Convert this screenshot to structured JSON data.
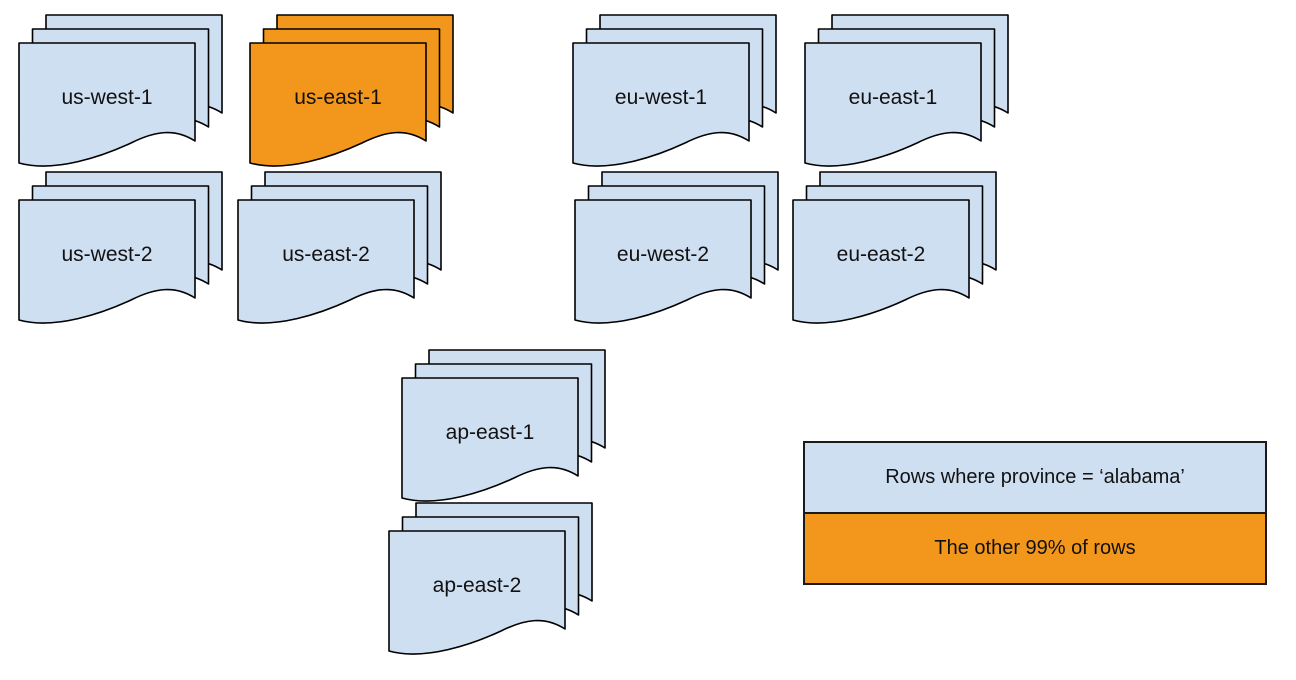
{
  "colors": {
    "doc_blue": "#cfdff2",
    "doc_orange": "#f2971b",
    "stroke": "#000000"
  },
  "stacks": [
    {
      "label": "us-west-1",
      "highlighted": false
    },
    {
      "label": "us-east-1",
      "highlighted": true
    },
    {
      "label": "eu-west-1",
      "highlighted": false
    },
    {
      "label": "eu-east-1",
      "highlighted": false
    },
    {
      "label": "us-west-2",
      "highlighted": false
    },
    {
      "label": "us-east-2",
      "highlighted": false
    },
    {
      "label": "eu-west-2",
      "highlighted": false
    },
    {
      "label": "eu-east-2",
      "highlighted": false
    },
    {
      "label": "ap-east-1",
      "highlighted": false
    },
    {
      "label": "ap-east-2",
      "highlighted": false
    }
  ],
  "legend": {
    "rows": [
      {
        "label": "Rows where province = ‘alabama’",
        "color": "#cfdff2"
      },
      {
        "label": "The other 99% of rows",
        "color": "#f2971b"
      }
    ]
  }
}
